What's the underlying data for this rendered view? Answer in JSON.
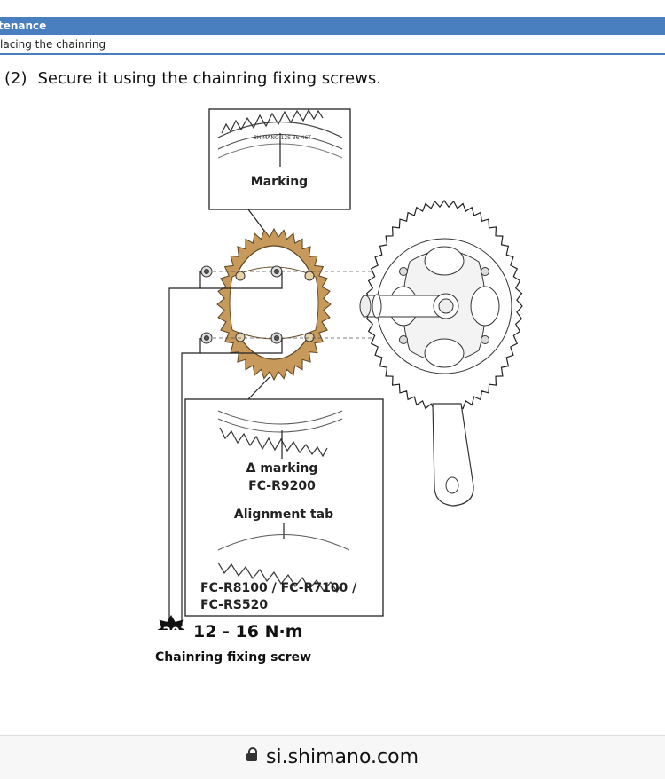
{
  "header": {
    "section_title": "tenance",
    "subsection_title": "lacing the chainring"
  },
  "step": {
    "number": "(2)",
    "instruction": "Secure it using the chainring fixing screws."
  },
  "figure": {
    "top_callout_label": "Marking",
    "delta_marking_label": "Δ marking",
    "delta_model_label": "FC-R9200",
    "alignment_tab_label": "Alignment tab",
    "models_line1": "FC-R8100 / FC-R7100 /",
    "models_line2": "FC-RS520",
    "chainring_color": "#c79a5b"
  },
  "torque": {
    "badge_number": "30",
    "value": "12 - 16 N·m",
    "part_name": "Chainring fixing screw"
  },
  "browser": {
    "url": "si.shimano.com",
    "icon": "lock-icon"
  }
}
